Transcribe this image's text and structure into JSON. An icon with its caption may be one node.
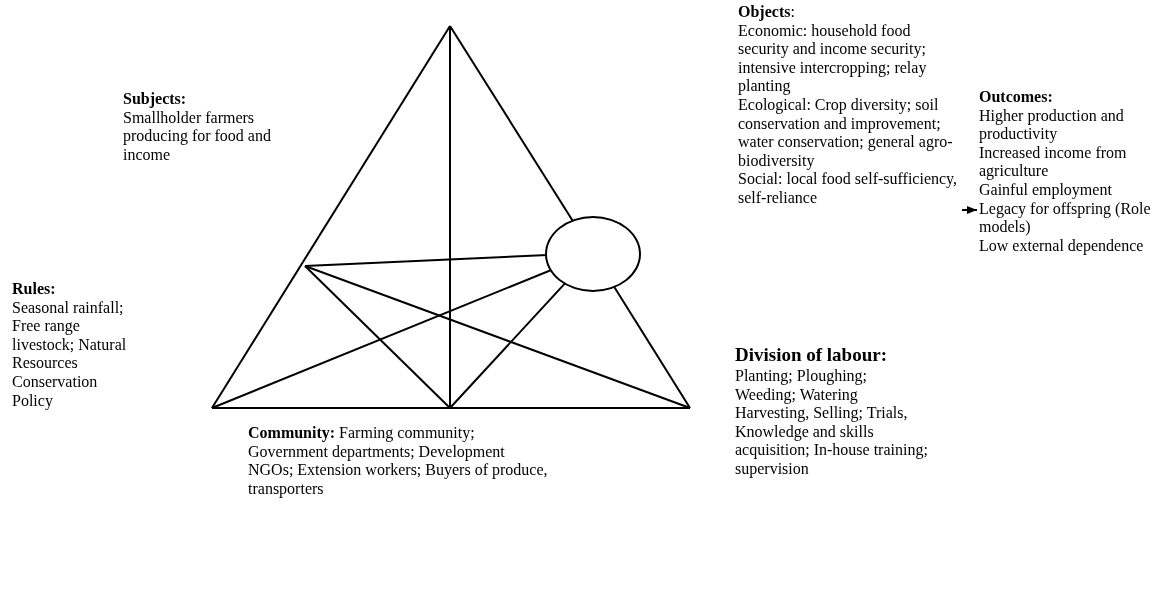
{
  "diagram": {
    "nodes": [
      {
        "text": [
          "**Objects**:",
          "Economic: household food security and income security; intensive intercropping; relay planting",
          "Ecological: Crop diversity; soil conservation and improvement; water conservation; general agro-biodiversity",
          "Social: local food self-sufficiency, self-reliance"
        ]
      },
      {
        "text": [
          "Outcomes:",
          "Higher production and productivity",
          "Increased income from agriculture",
          "Gainful employment",
          "Legacy for offspring (Role models)",
          "Low external dependence"
        ]
      },
      {
        "text": [
          "Subjects:",
          "Smallholder farmers producing for food and income"
        ]
      },
      {
        "text": [],
        "shape": "circle"
      },
      {
        "text": [
          "Rules:",
          "Seasonal rainfall; Free range livestock; Natural Resources Conservation Policy"
        ]
      },
      {
        "text": [
          "Division of labour:",
          "Planting; Ploughing; Weeding; Watering Harvesting, Selling; Trials, Knowledge and skills acquisition; In-house training; supervision"
        ]
      },
      {
        "text": [
          "**Community:** Farming community; Government departments; Development NGOs; Extension workers; Buyers of produce, transporters"
        ]
      }
    ],
    "edges": [
      {
        "from": 0,
        "to": 1,
        "arrow": "to"
      }
    ]
  }
}
